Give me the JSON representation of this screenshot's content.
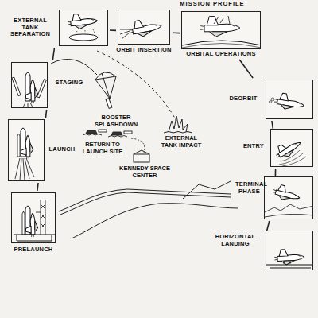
{
  "diagram": {
    "title": "MISSION PROFILE",
    "nodes": [
      {
        "text": [
          "PRELAUNCH"
        ]
      },
      {
        "text": [
          "LAUNCH"
        ]
      },
      {
        "text": [
          "STAGING"
        ]
      },
      {
        "text": [
          "EXTERNAL TANK SEPARATION"
        ]
      },
      {
        "text": [
          "ORBIT INSERTION"
        ]
      },
      {
        "text": [
          "ORBITAL OPERATIONS"
        ]
      },
      {
        "text": [
          "DEORBIT"
        ]
      },
      {
        "text": [
          "ENTRY"
        ]
      },
      {
        "text": [
          "TERMINAL PHASE"
        ]
      },
      {
        "text": [
          "HORIZONTAL LANDING"
        ]
      }
    ],
    "edges": [
      {
        "from": 0,
        "to": 1,
        "arrow": "none"
      },
      {
        "from": 1,
        "to": 2,
        "arrow": "none"
      },
      {
        "from": 2,
        "to": 3,
        "arrow": "none"
      },
      {
        "from": 3,
        "to": 4,
        "arrow": "none"
      },
      {
        "from": 4,
        "to": 5,
        "arrow": "none"
      },
      {
        "from": 5,
        "to": 6,
        "arrow": "none"
      },
      {
        "from": 6,
        "to": 7,
        "arrow": "none"
      },
      {
        "from": 7,
        "to": 8,
        "arrow": "none"
      },
      {
        "from": 8,
        "to": 9,
        "arrow": "none"
      }
    ],
    "labels": [
      "BOOSTER SPLASHDOWN",
      "RETURN TO LAUNCH SITE",
      "EXTERNAL TANK IMPACT",
      "KENNEDY SPACE CENTER"
    ]
  }
}
